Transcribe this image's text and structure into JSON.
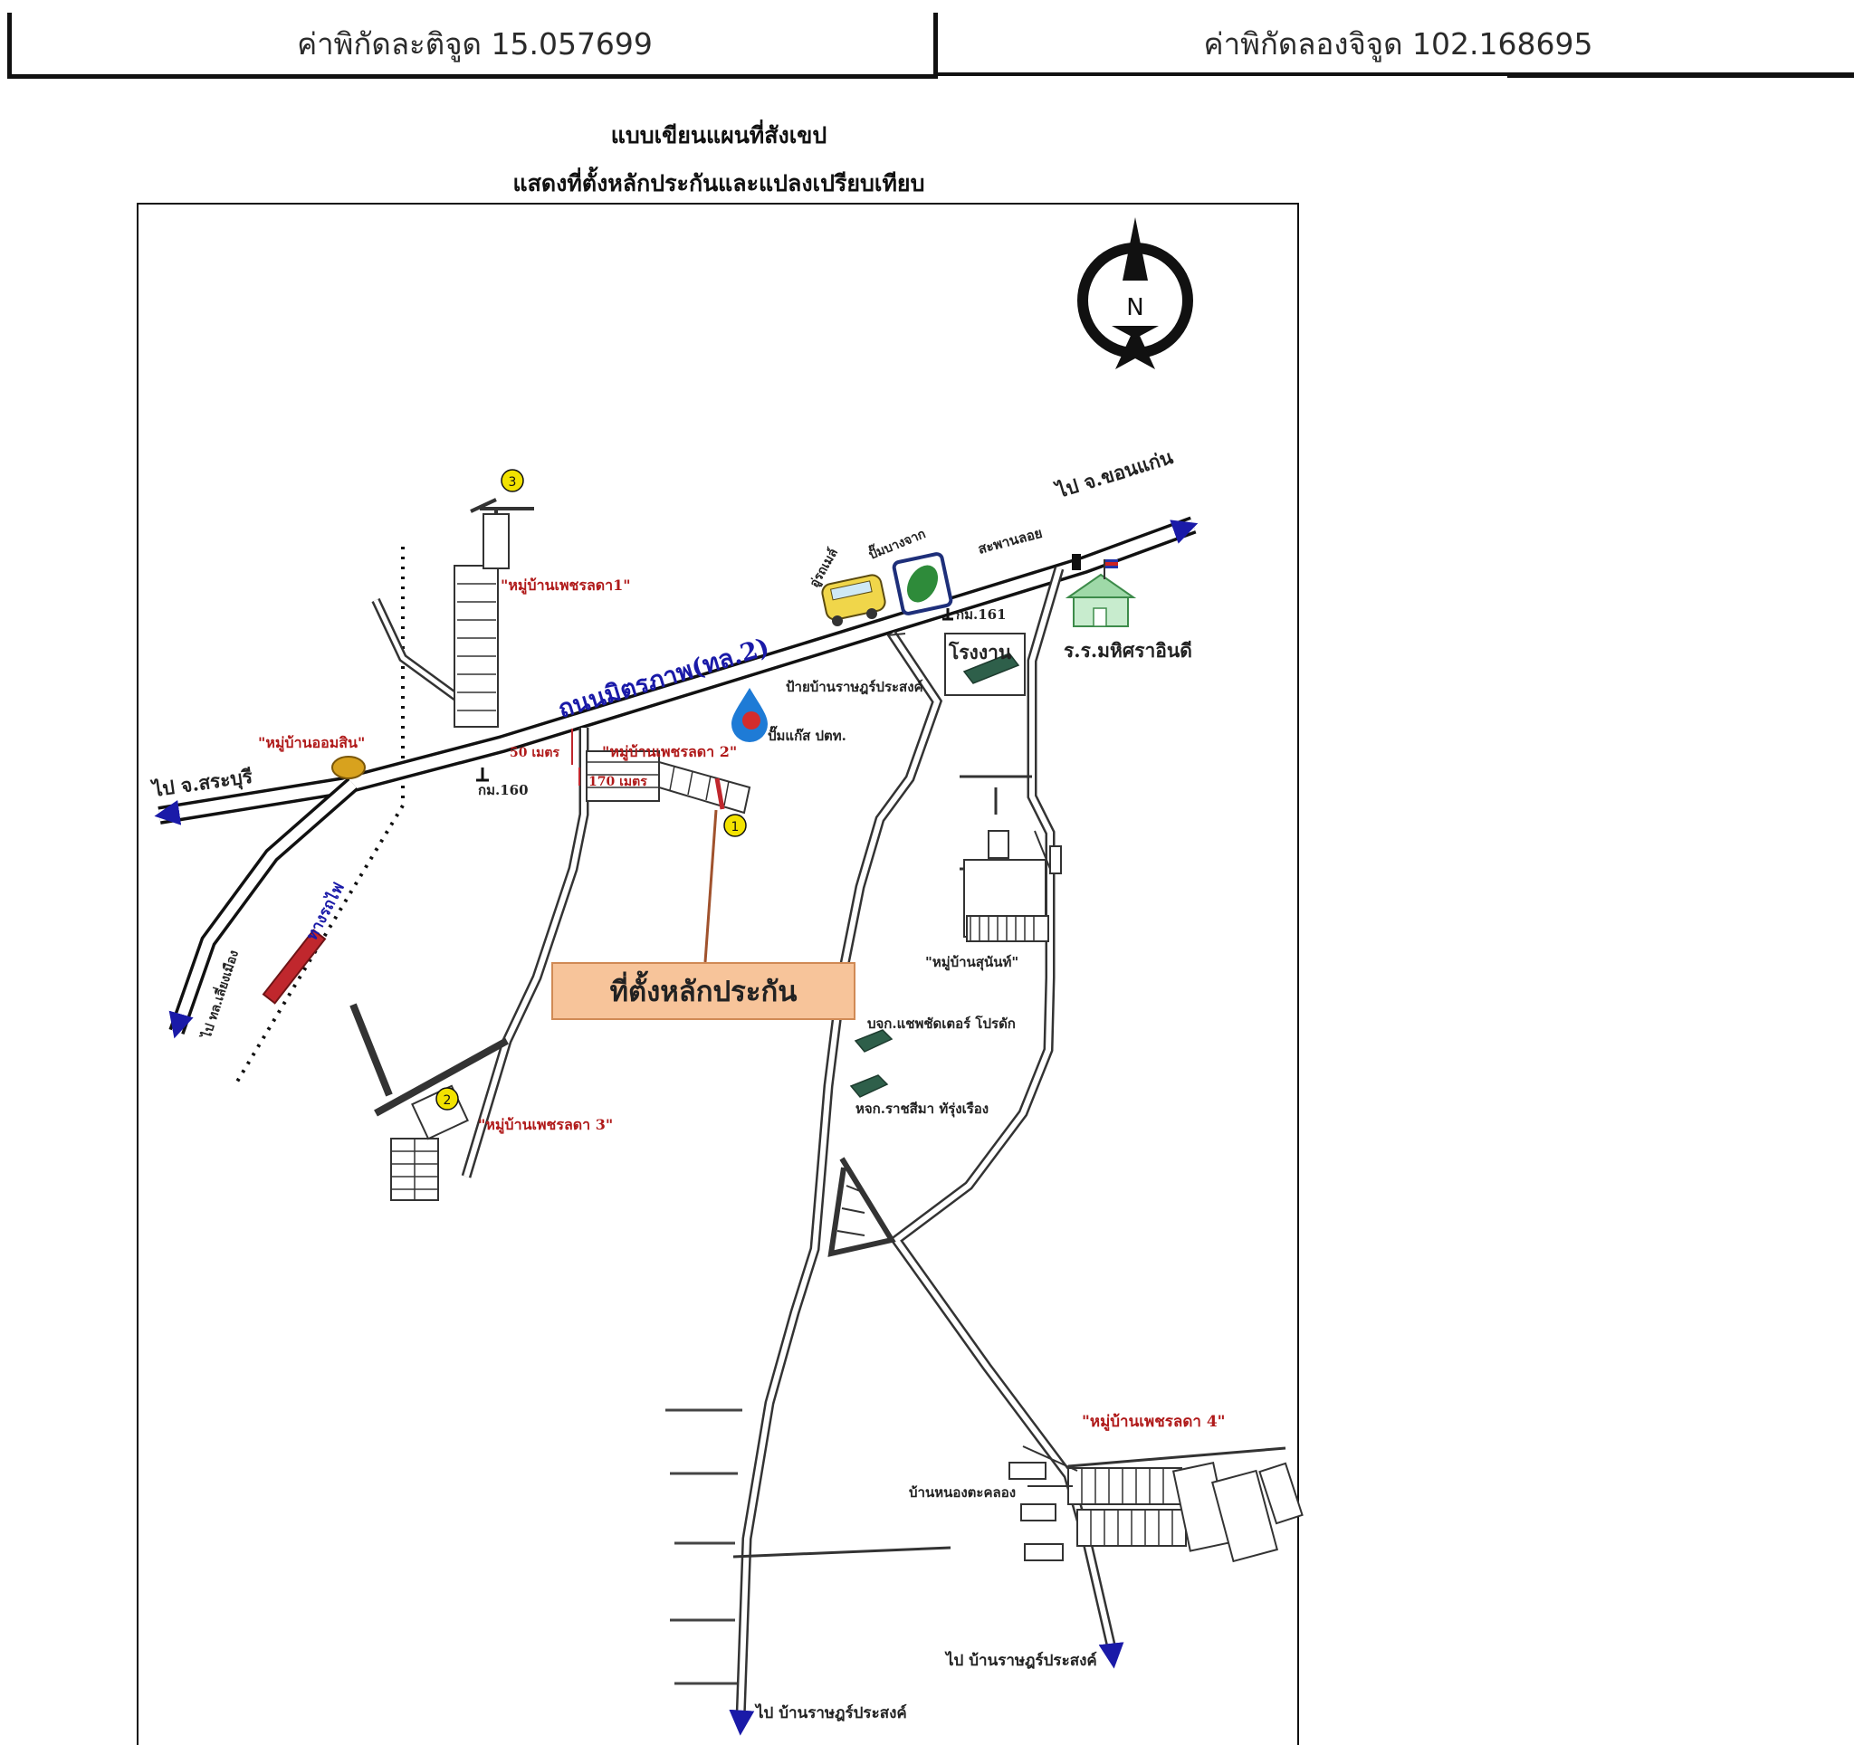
{
  "header": {
    "latitude_label": "ค่าพิกัดละติจูด 15.057699",
    "longitude_label": "ค่าพิกัดลองจิจูด 102.168695"
  },
  "titles": {
    "line1": "แบบเขียนแผนที่สังเขป",
    "line2": "แสดงที่ตั้งหลักประกันและแปลงเปรียบเทียบ"
  },
  "compass": {
    "north_letter": "N"
  },
  "roads": {
    "highway": "ถนนมิตรภาพ(ทล.2)",
    "railway": "ทางรถไฟ",
    "to_khonkaen": "ไป จ.ขอนแก่น",
    "to_saraburi": "ไป จ.สระบุรี",
    "to_sida": "ไป ทล.เลี่ยงเมือง",
    "to_ban_south": "ไป บ้านราษฎร์ประสงค์",
    "to_ban_se": "ไป บ้านราษฎร์ประสงค์"
  },
  "landmarks": {
    "km160": "กม.160",
    "km161": "กม.161",
    "bridge": "สะพานลอย",
    "bus_stop": "อู่รถเมล์",
    "bangchak": "ปั๊มบางจาก",
    "factory": "โรงงาน",
    "school": "ร.ร.มหิศราอินดี",
    "sign": "ป้ายบ้านราษฎร์ประสงค์",
    "ptt": "ปั๊มแก๊ส ปตท.",
    "dist_50": "50 เมตร",
    "dist_170": "170 เมตร",
    "company1": "บจก.แชพชัดเตอร์ โปรดัก",
    "company2": "หจก.ราชสีมา ทัรุ่งเรือง",
    "ban_nong": "บ้านหนองตะคลอง"
  },
  "villages": {
    "v1": "\"หมู่บ้านเพชรลดา1\"",
    "v2": "\"หมู่บ้านเพชรลดา 2\"",
    "v3": "\"หมู่บ้านเพชรลดา 3\"",
    "v4": "\"หมู่บ้านเพชรลดา 4\"",
    "omsin": "\"หมู่บ้านออมสิน\"",
    "sunan": "\"หมู่บ้านสุนันท์\""
  },
  "markers": {
    "m1": "1",
    "m2": "2",
    "m3": "3"
  },
  "callout": {
    "label": "ที่ตั้งหลักประกัน"
  },
  "colors": {
    "road_blue": "#1a1aa8",
    "label_red": "#b01a1a",
    "marker_yellow": "#f2e200",
    "callout_fill": "#f7c49a",
    "bangchak_green": "#2e8b3a",
    "ptt_blue": "#1e7bd6",
    "school_green": "#7fc98a"
  }
}
